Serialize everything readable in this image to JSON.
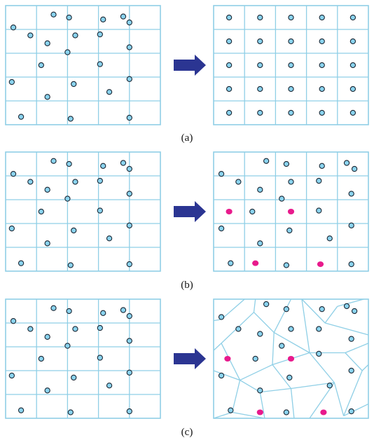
{
  "captions": [
    "(a)",
    "(b)",
    "(c)"
  ],
  "colors": {
    "grid": "#8fcfe6",
    "node_fill": "#8ad3ee",
    "node_stroke": "#1a2633",
    "highlight": "#e81a8c",
    "arrow": "#2b3592"
  },
  "panels": [
    {
      "caption_index": 0,
      "left": {
        "nodes": [
          [
            0.05,
            0.22
          ],
          [
            0.31,
            0.09
          ],
          [
            0.41,
            0.12
          ],
          [
            0.63,
            0.14
          ],
          [
            0.76,
            0.11
          ],
          [
            0.8,
            0.17
          ],
          [
            0.16,
            0.3
          ],
          [
            0.27,
            0.38
          ],
          [
            0.45,
            0.3
          ],
          [
            0.61,
            0.29
          ],
          [
            0.8,
            0.42
          ],
          [
            0.4,
            0.47
          ],
          [
            0.23,
            0.6
          ],
          [
            0.61,
            0.59
          ],
          [
            0.8,
            0.74
          ],
          [
            0.04,
            0.77
          ],
          [
            0.44,
            0.79
          ],
          [
            0.67,
            0.87
          ],
          [
            0.27,
            0.92
          ],
          [
            0.1,
            1.12
          ],
          [
            0.42,
            1.14
          ],
          [
            0.8,
            1.13
          ]
        ]
      },
      "right": {
        "nodes": "grid",
        "highlights": [],
        "style": "grid"
      }
    },
    {
      "caption_index": 1,
      "left": {
        "nodes": [
          [
            0.05,
            0.22
          ],
          [
            0.31,
            0.09
          ],
          [
            0.41,
            0.12
          ],
          [
            0.63,
            0.14
          ],
          [
            0.76,
            0.11
          ],
          [
            0.8,
            0.17
          ],
          [
            0.16,
            0.3
          ],
          [
            0.27,
            0.38
          ],
          [
            0.45,
            0.3
          ],
          [
            0.61,
            0.29
          ],
          [
            0.8,
            0.42
          ],
          [
            0.4,
            0.47
          ],
          [
            0.23,
            0.6
          ],
          [
            0.61,
            0.59
          ],
          [
            0.8,
            0.74
          ],
          [
            0.04,
            0.77
          ],
          [
            0.44,
            0.79
          ],
          [
            0.67,
            0.87
          ],
          [
            0.27,
            0.92
          ],
          [
            0.1,
            1.12
          ],
          [
            0.42,
            1.14
          ],
          [
            0.8,
            1.13
          ]
        ]
      },
      "right": {
        "nodes": [
          [
            0.05,
            0.22
          ],
          [
            0.34,
            0.09
          ],
          [
            0.47,
            0.12
          ],
          [
            0.7,
            0.14
          ],
          [
            0.86,
            0.11
          ],
          [
            0.91,
            0.17
          ],
          [
            0.16,
            0.3
          ],
          [
            0.3,
            0.38
          ],
          [
            0.5,
            0.3
          ],
          [
            0.68,
            0.29
          ],
          [
            0.89,
            0.42
          ],
          [
            0.44,
            0.47
          ],
          [
            0.25,
            0.6
          ],
          [
            0.68,
            0.59
          ],
          [
            0.89,
            0.74
          ],
          [
            0.05,
            0.77
          ],
          [
            0.49,
            0.79
          ],
          [
            0.75,
            0.87
          ],
          [
            0.3,
            0.92
          ],
          [
            0.11,
            1.12
          ],
          [
            0.47,
            1.14
          ],
          [
            0.89,
            1.13
          ]
        ],
        "highlights": [
          [
            0.1,
            0.6
          ],
          [
            0.5,
            0.6
          ],
          [
            0.27,
            1.12
          ],
          [
            0.69,
            1.13
          ]
        ],
        "style": "grid"
      }
    },
    {
      "caption_index": 2,
      "left": {
        "nodes": [
          [
            0.05,
            0.22
          ],
          [
            0.31,
            0.09
          ],
          [
            0.41,
            0.12
          ],
          [
            0.63,
            0.14
          ],
          [
            0.76,
            0.11
          ],
          [
            0.8,
            0.17
          ],
          [
            0.16,
            0.3
          ],
          [
            0.27,
            0.38
          ],
          [
            0.45,
            0.3
          ],
          [
            0.61,
            0.29
          ],
          [
            0.8,
            0.42
          ],
          [
            0.4,
            0.47
          ],
          [
            0.23,
            0.6
          ],
          [
            0.61,
            0.59
          ],
          [
            0.8,
            0.74
          ],
          [
            0.04,
            0.77
          ],
          [
            0.44,
            0.79
          ],
          [
            0.67,
            0.87
          ],
          [
            0.27,
            0.92
          ],
          [
            0.1,
            1.12
          ],
          [
            0.42,
            1.14
          ],
          [
            0.8,
            1.13
          ]
        ]
      },
      "right": {
        "nodes": [
          [
            0.05,
            0.18
          ],
          [
            0.34,
            0.05
          ],
          [
            0.47,
            0.1
          ],
          [
            0.7,
            0.1
          ],
          [
            0.86,
            0.07
          ],
          [
            0.91,
            0.12
          ],
          [
            0.16,
            0.3
          ],
          [
            0.3,
            0.35
          ],
          [
            0.5,
            0.3
          ],
          [
            0.68,
            0.3
          ],
          [
            0.89,
            0.4
          ],
          [
            0.44,
            0.47
          ],
          [
            0.27,
            0.6
          ],
          [
            0.68,
            0.55
          ],
          [
            0.89,
            0.72
          ],
          [
            0.05,
            0.77
          ],
          [
            0.49,
            0.79
          ],
          [
            0.75,
            0.87
          ],
          [
            0.3,
            0.92
          ],
          [
            0.11,
            1.12
          ],
          [
            0.47,
            1.14
          ],
          [
            0.89,
            1.13
          ]
        ],
        "highlights": [
          [
            0.09,
            0.6
          ],
          [
            0.5,
            0.6
          ],
          [
            0.3,
            1.14
          ],
          [
            0.71,
            1.14
          ]
        ],
        "style": "voronoi"
      }
    }
  ]
}
